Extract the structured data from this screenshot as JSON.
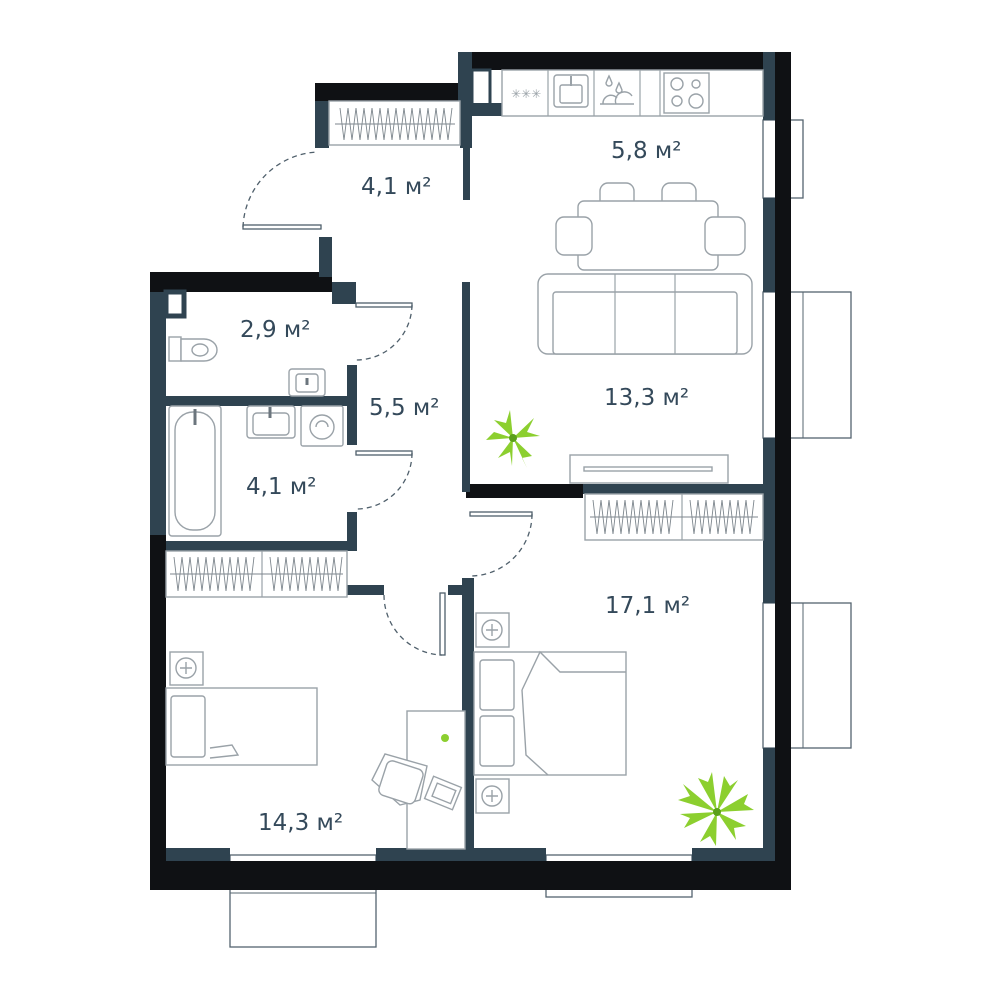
{
  "rooms": {
    "hall_small": "4,1 м²",
    "kitchen": "5,8 м²",
    "toilet": "2,9 м²",
    "corridor": "5,5 м²",
    "bathroom": "4,1 м²",
    "living": "13,3 м²",
    "bedroom_left": "14,3 м²",
    "bedroom_right": "17,1 м²"
  },
  "colors": {
    "wall_dark": "#0f1114",
    "wall_slate": "#2f4350",
    "furniture_line": "#9aa2a8",
    "plant_green": "#8ccf2f",
    "label_text": "#34495a"
  }
}
